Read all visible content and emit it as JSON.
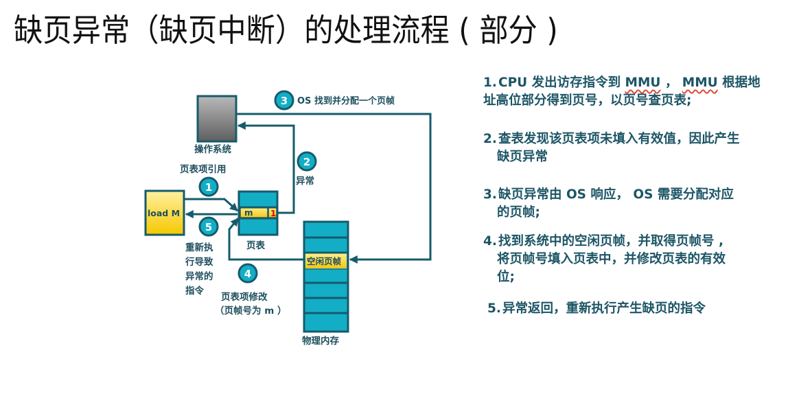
{
  "title": "缺页异常（缺页中断）的处理流程 ( 部分 )",
  "colors": {
    "line": "#165b6b",
    "teal": "#13aec6",
    "yellow": "#f9d63c",
    "text": "#1c5566",
    "red_flag": "#e30000",
    "spellcheck": "#e0483a"
  },
  "diagram": {
    "os_box_label": "操作系统",
    "load_box_label": "load M",
    "page_table_label": "页表",
    "page_table_entry": {
      "frame": "m",
      "valid_bit": "1"
    },
    "memory_label": "物理内存",
    "free_frame_label": "空闲页帧",
    "steps": [
      {
        "num": "1",
        "label": "页表项引用"
      },
      {
        "num": "2",
        "label": "异常"
      },
      {
        "num": "3",
        "label": "OS 找到并分配一个页帧"
      },
      {
        "num": "4",
        "label_line1": "页表项修改",
        "label_line2": "（页帧号为 m ）"
      },
      {
        "num": "5",
        "label_lines": [
          "重新执",
          "行导致",
          "异常的",
          "指令"
        ]
      }
    ]
  },
  "description_steps": [
    {
      "num": "1.",
      "line1_a": "CPU 发出访存指令到 ",
      "line1_mmu1": "MMU",
      "line1_b": " ，  ",
      "line1_mmu2": "MMU",
      "line1_c": " 根据地",
      "line2": "址高位部分得到页号，以页号查页表;"
    },
    {
      "num": "2.",
      "line1": "查表发现该页表项未填入有效值，因此产生",
      "line2": "缺页异常"
    },
    {
      "num": "3.",
      "line1": "缺页异常由 OS 响应， OS 需要分配对应",
      "line2": "的页帧;"
    },
    {
      "num": "4.",
      "line1": "找到系统中的空闲页帧，并取得页帧号 ,",
      "line2": "将页帧号填入页表中，并修改页表的有效",
      "line3": "位;"
    },
    {
      "num": "5.",
      "line1": "异常返回，重新执行产生缺页的指令"
    }
  ]
}
